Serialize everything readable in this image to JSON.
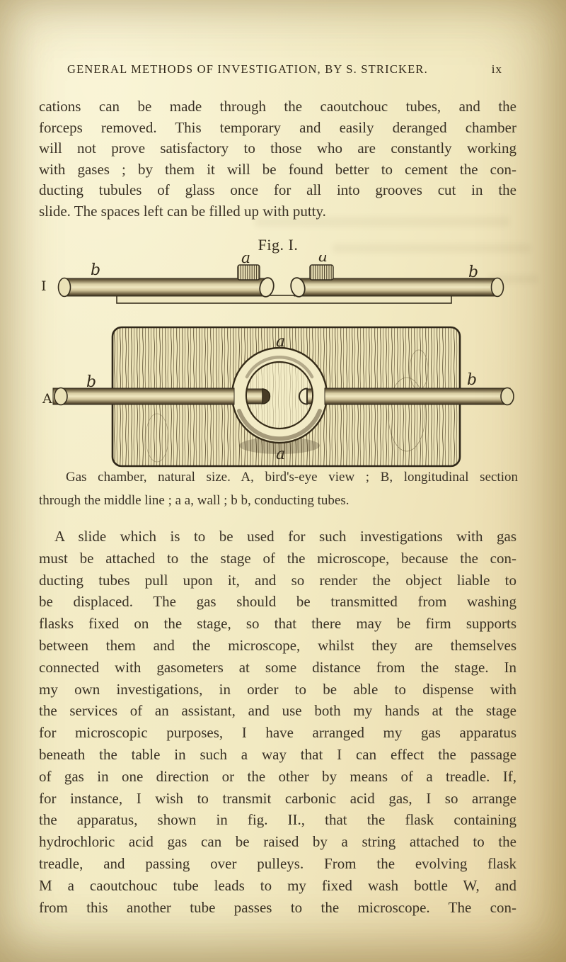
{
  "header": {
    "title": "GENERAL METHODS OF INVESTIGATION, BY S. STRICKER.",
    "page_number": "ix"
  },
  "para1": {
    "lines": [
      "cations can be made through the caoutchouc tubes, and the",
      "forceps removed. This temporary and easily deranged chamber",
      "will not prove satisfactory to those who are constantly working",
      "with gases ; by them it will be found better to cement the con-",
      "ducting tubules of glass once for all into grooves cut in the",
      "slide. The spaces left can be filled up with putty."
    ]
  },
  "figure": {
    "title": "Fig. I.",
    "labels": {
      "section_view": "I",
      "plan_view": "A",
      "wall": "a",
      "tube": "b"
    }
  },
  "caption": {
    "line1": "Gas chamber, natural size. A, bird's-eye view ; B, longitudinal section",
    "line2": "through the middle line ; a a, wall ; b b, conducting tubes."
  },
  "para2": {
    "lines": [
      "A slide which is to be used for such investigations with gas",
      "must be attached to the stage of the microscope, because the con-",
      "ducting tubes pull upon it, and so render the object liable to",
      "be displaced. The gas should be transmitted from washing",
      "flasks fixed on the stage, so that there may be firm supports",
      "between them and the microscope, whilst they are themselves",
      "connected with gasometers at some distance from the stage. In",
      "my own investigations, in order to be able to dispense with",
      "the services of an assistant, and use both my hands at the stage",
      "for microscopic purposes, I have arranged my gas apparatus",
      "beneath the table in such a way that I can effect the passage",
      "of gas in one direction or the other by means of a treadle. If,",
      "for instance, I wish to transmit carbonic acid gas, I so arrange",
      "the apparatus, shown in fig. II., that the flask containing",
      "hydrochloric acid gas can be raised by a string attached to the",
      "treadle, and passing over pulleys. From the evolving flask",
      "M a caoutchouc tube leads to my fixed wash bottle W, and",
      "from this another tube passes to the microscope. The con-"
    ]
  }
}
